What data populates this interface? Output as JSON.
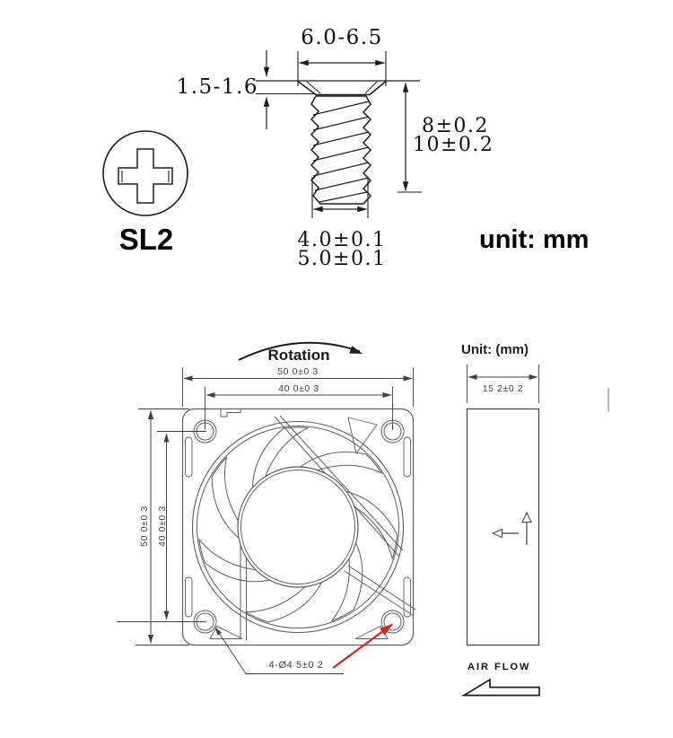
{
  "colors": {
    "line_dark": "#1d1d1d",
    "line_gray": "#5d5d5d",
    "dim_text": "#3f3f3f",
    "red_arrow": "#e02020"
  },
  "screw_section": {
    "dim_head_width": "6.0-6.5",
    "dim_head_height": "1.5-1.6",
    "dim_length_line1": "8±0.2",
    "dim_length_line2": "10±0.2",
    "dim_thread_line1": "4.0±0.1",
    "dim_thread_line2": "5.0±0.1",
    "drive_type_label": "SL2",
    "unit_label": "unit: mm"
  },
  "fan_section": {
    "rotation_label": "Rotation",
    "front_view": {
      "dim_width_outer": "50 0±0 3",
      "dim_width_holes": "40 0±0 3",
      "dim_height_outer": "50 0±0 3",
      "dim_height_holes": "40 0±0 3",
      "mounting_holes_label": "4-Ø4 5±0 2"
    },
    "side_view": {
      "unit_label": "Unit: (mm)",
      "dim_thickness": "15 2±0 2",
      "airflow_label": "AIR FLOW"
    }
  }
}
